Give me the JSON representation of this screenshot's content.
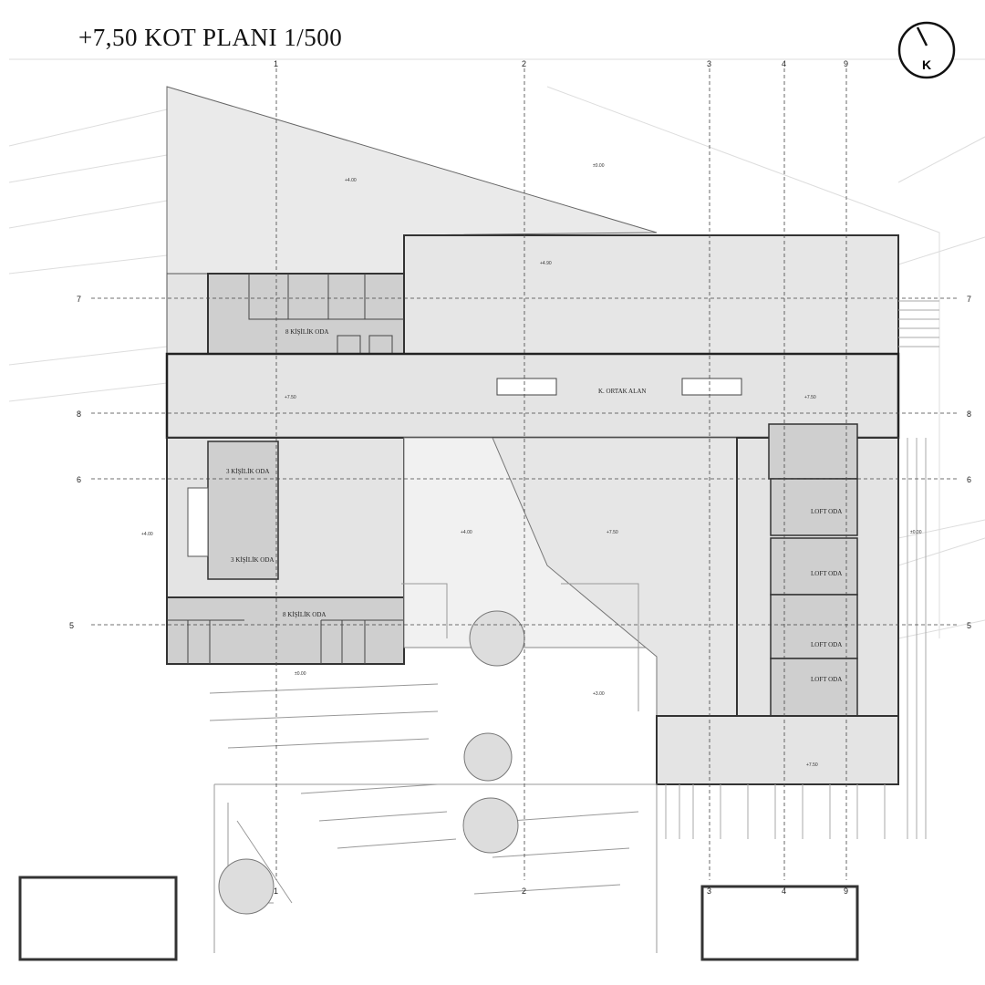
{
  "title": "+7,50 KOT PLANI 1/500",
  "north_arrow": {
    "letter": "K"
  },
  "axes": {
    "vertical": [
      "1",
      "2",
      "3",
      "4",
      "9"
    ],
    "horizontal": [
      "7",
      "8",
      "6",
      "5"
    ]
  },
  "rooms": {
    "eight_person_top": "8 KİŞİLİK ODA",
    "eight_person_bottom": "8 KİŞİLİK ODA",
    "three_person_1": "3 KİŞİLİK ODA",
    "three_person_2": "3 KİŞİLİK ODA",
    "common_area": "K. ORTAK ALAN",
    "loft": [
      "LOFT ODA",
      "LOFT ODA",
      "LOFT ODA",
      "LOFT ODA"
    ]
  },
  "elevations": {
    "main": "+7.50",
    "top_lawn": "+4.00",
    "top_lawn2": "±0.00",
    "upper_block": "+4.90",
    "left_garden": "+4.00",
    "courtyard": "+4.00",
    "courtyard_right": "+7.50",
    "bottom": "+3.00",
    "lower": "±0.00",
    "east": "±0.00"
  },
  "colors": {
    "room_fill": "#cfcfcf",
    "floor_fill": "#e4e4e4",
    "wall": "#333333",
    "line": "#888888"
  }
}
